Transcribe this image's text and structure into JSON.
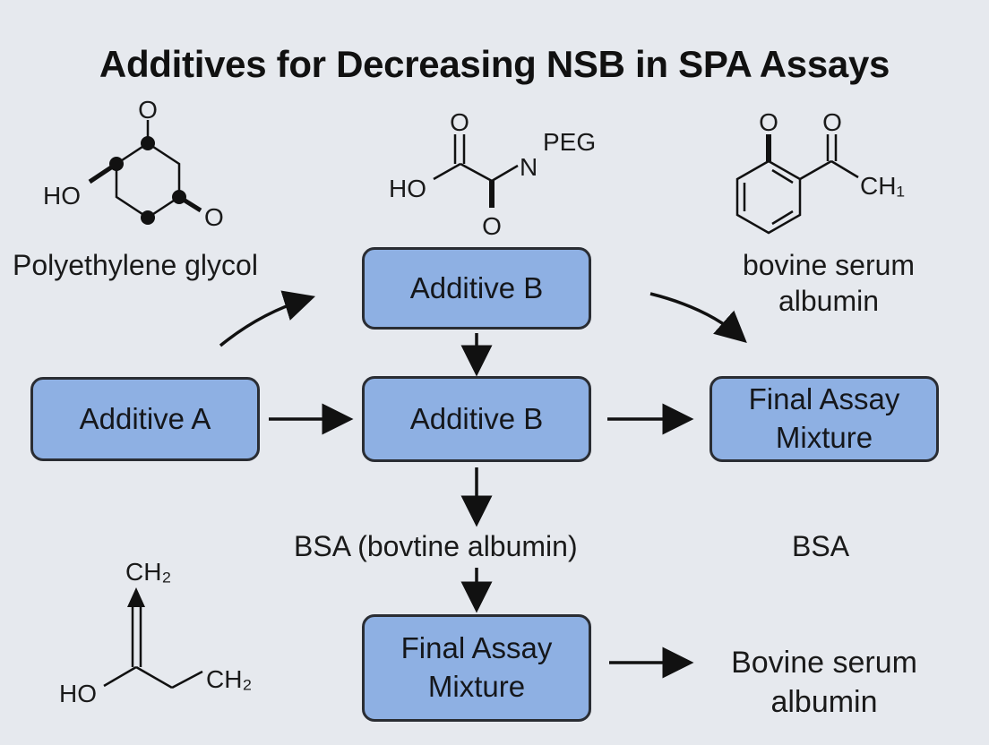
{
  "title": "Additives for Decreasing NSB in SPA Assays",
  "boxes": {
    "additive_a": "Additive A",
    "additive_b_top": "Additive B",
    "additive_b_center": "Additive B",
    "final_mixture_right": "Final Assay Mixture",
    "final_mixture_bottom": "Final Assay Mixture"
  },
  "labels": {
    "peg": "Polyethylene glycol",
    "bsa_top": "bovine serum albumin",
    "bsa_paren": "BSA (bovtine albumin)",
    "bsa_right": "BSA",
    "bovine_bottom": "Bovine serum albumin"
  },
  "structures": {
    "ring_left": {
      "o_top": "O",
      "ho": "HO",
      "o_right": "O"
    },
    "peg_chain": {
      "o_top": "O",
      "n": "N",
      "peg": "PEG",
      "ho": "HO",
      "o_bottom": "O"
    },
    "benzene": {
      "o_left": "O",
      "o_right": "O",
      "ch": "CH₁"
    },
    "vinyl": {
      "ch2_top": "CH₂",
      "ho": "HO",
      "ch2_right": "CH₂"
    }
  },
  "colors": {
    "box_fill": "#8eb0e3",
    "box_border": "#2a2d33",
    "background": "#e6e9ee"
  }
}
